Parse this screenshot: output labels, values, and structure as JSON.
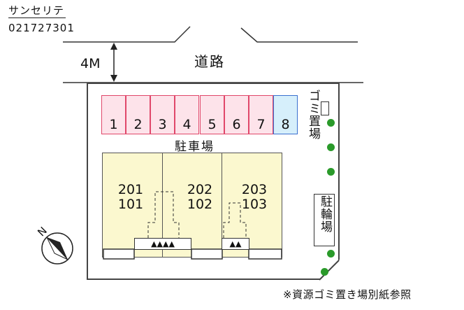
{
  "header": {
    "title": "サンセリテ",
    "code": "021727301"
  },
  "road": {
    "label": "道路",
    "distance": "4M"
  },
  "parking": {
    "label": "駐車場",
    "stalls": [
      "1",
      "2",
      "3",
      "4",
      "5",
      "6",
      "7",
      "8"
    ],
    "highlighted_stall": "8"
  },
  "garbage": {
    "label": "ゴミ置場"
  },
  "bicycle": {
    "label": "駐輪場"
  },
  "units": [
    {
      "upper": "201",
      "lower": "101"
    },
    {
      "upper": "202",
      "lower": "102"
    },
    {
      "upper": "203",
      "lower": "103"
    }
  ],
  "entrance_marks": [
    "▲▲▲▲",
    "▲▲"
  ],
  "compass": {
    "label": "N"
  },
  "footer": {
    "note": "※資源ゴミ置き場別紙参照"
  },
  "colors": {
    "stall_fill": "#fde3ea",
    "stall_border": "#e0476a",
    "stall_highlight_fill": "#d6effb",
    "stall_highlight_border": "#3a6fcf",
    "unit_fill": "#fbf8cf",
    "tree": "#2a9a2a"
  }
}
